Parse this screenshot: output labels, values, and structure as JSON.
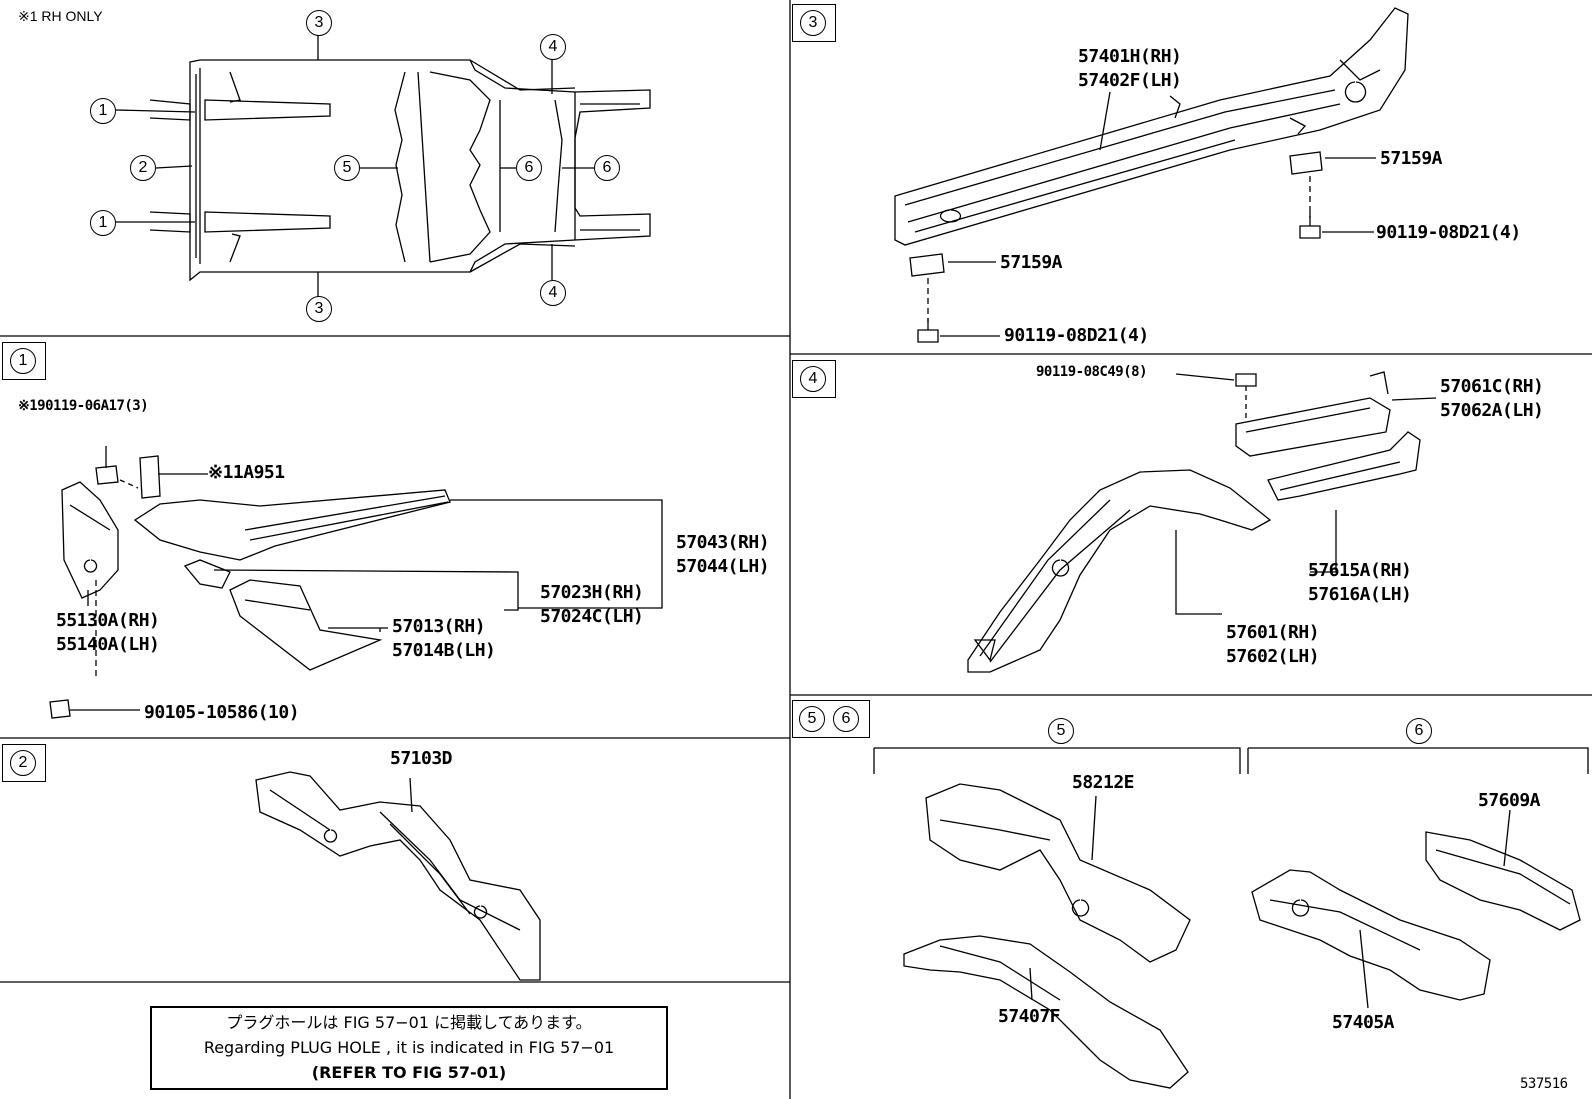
{
  "note_rh_only": "※1 RH ONLY",
  "circled": {
    "c1": "1",
    "c2": "2",
    "c3": "3",
    "c4": "4",
    "c5": "5",
    "c6": "6"
  },
  "overview": {
    "label_3": "3",
    "label_4": "4",
    "label_1": "1",
    "label_2": "2",
    "label_5": "5",
    "label_6": "6"
  },
  "panel_3": {
    "sill_rh": "57401H(RH)",
    "sill_lh": "57402F(LH)",
    "bracket_upper": "57159A",
    "bracket_lower": "57159A",
    "bolt_upper": "90119-08D21(4)",
    "bolt_lower": "90119-08D21(4)"
  },
  "panel_1": {
    "bolt_top": "※190119-06A17(3)",
    "part_1a951": "※11A951",
    "member_rh": "57043(RH)",
    "member_lh": "57044(LH)",
    "ext_rh": "57023H(RH)",
    "ext_lh": "57024C(LH)",
    "brace_rh": "55130A(RH)",
    "brace_lh": "55140A(LH)",
    "gusset_rh": "57013(RH)",
    "gusset_lh": "57014B(LH)",
    "bolt_bottom": "90105-10586(10)"
  },
  "panel_4": {
    "bolt": "90119-08C49(8)",
    "brace_rh": "57061C(RH)",
    "brace_lh": "57062A(LH)",
    "ext_rh": "57615A(RH)",
    "ext_lh": "57616A(LH)",
    "member_rh": "57601(RH)",
    "member_lh": "57602(LH)"
  },
  "panel_2": {
    "part": "57103D"
  },
  "panel_56": {
    "p58212": "58212E",
    "p57407": "57407F",
    "p57609": "57609A",
    "p57405": "57405A"
  },
  "note": {
    "line_jp": "プラグホールは FIG 57−01 に掲載してあります。",
    "line_en": "Regarding  PLUG  HOLE , it is indicated in  FIG  57−01",
    "line_ref": "(REFER TO FIG 57-01)"
  },
  "diagram_id": "537516"
}
